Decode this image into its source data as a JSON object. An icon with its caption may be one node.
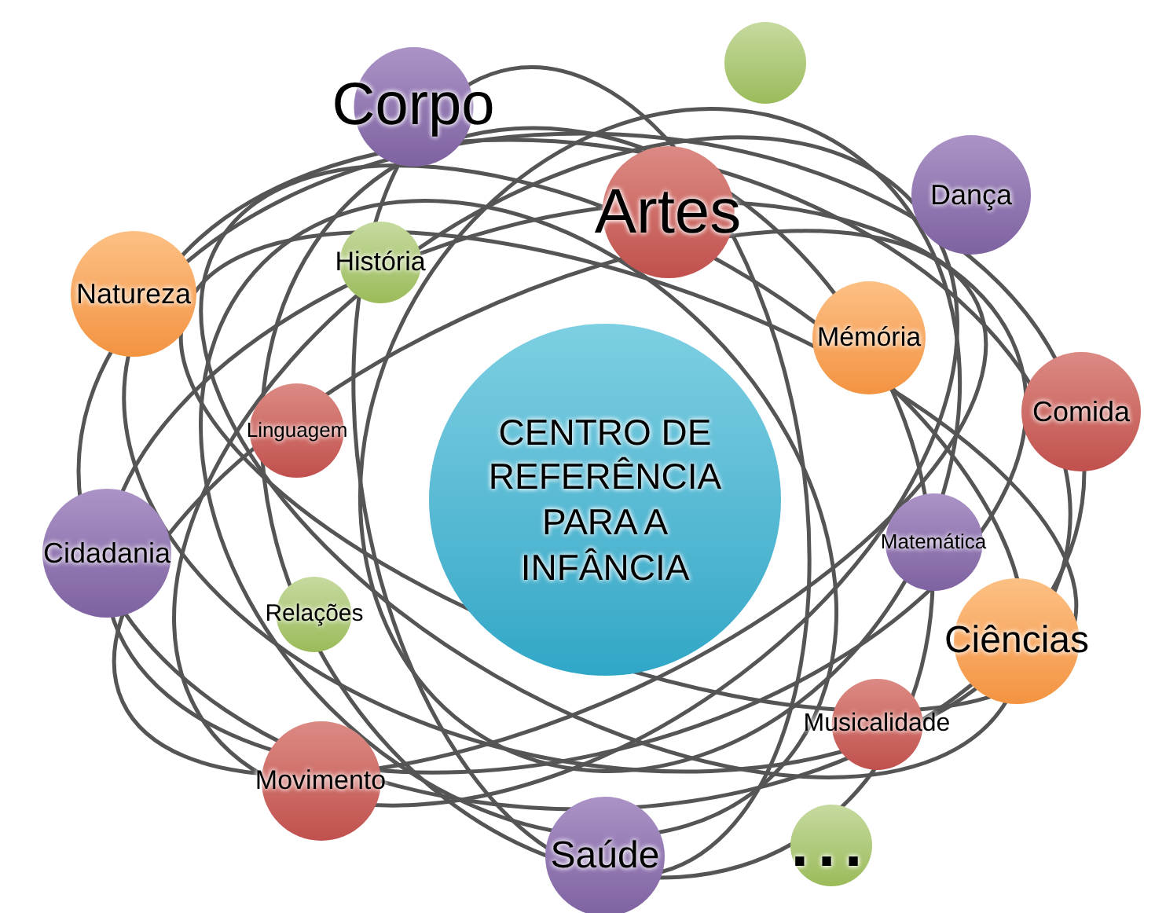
{
  "diagram": {
    "nodes": [
      {
        "text": [
          "Corpo"
        ]
      },
      {
        "text": [],
        "shape": "circle"
      },
      {
        "text": [
          "Artes"
        ]
      },
      {
        "text": [
          "Dança"
        ]
      },
      {
        "text": [
          "História"
        ]
      },
      {
        "text": [
          "Natureza"
        ]
      },
      {
        "text": [
          "Mémória"
        ]
      },
      {
        "text": [
          "Comida"
        ]
      },
      {
        "text": [
          "Linguagem"
        ]
      },
      {
        "text": [
          "CENTRO DE REFERÊNCIA PARA A INFÂNCIA"
        ]
      },
      {
        "text": [
          "Matemática"
        ]
      },
      {
        "text": [
          "Cidadania"
        ]
      },
      {
        "text": [
          "Relações"
        ]
      },
      {
        "text": [
          "Ciências"
        ]
      },
      {
        "text": [
          "Musicalidade"
        ]
      },
      {
        "text": [
          "Movimento"
        ]
      },
      {
        "text": [
          "..."
        ]
      },
      {
        "text": [
          "Saúde"
        ]
      }
    ]
  }
}
